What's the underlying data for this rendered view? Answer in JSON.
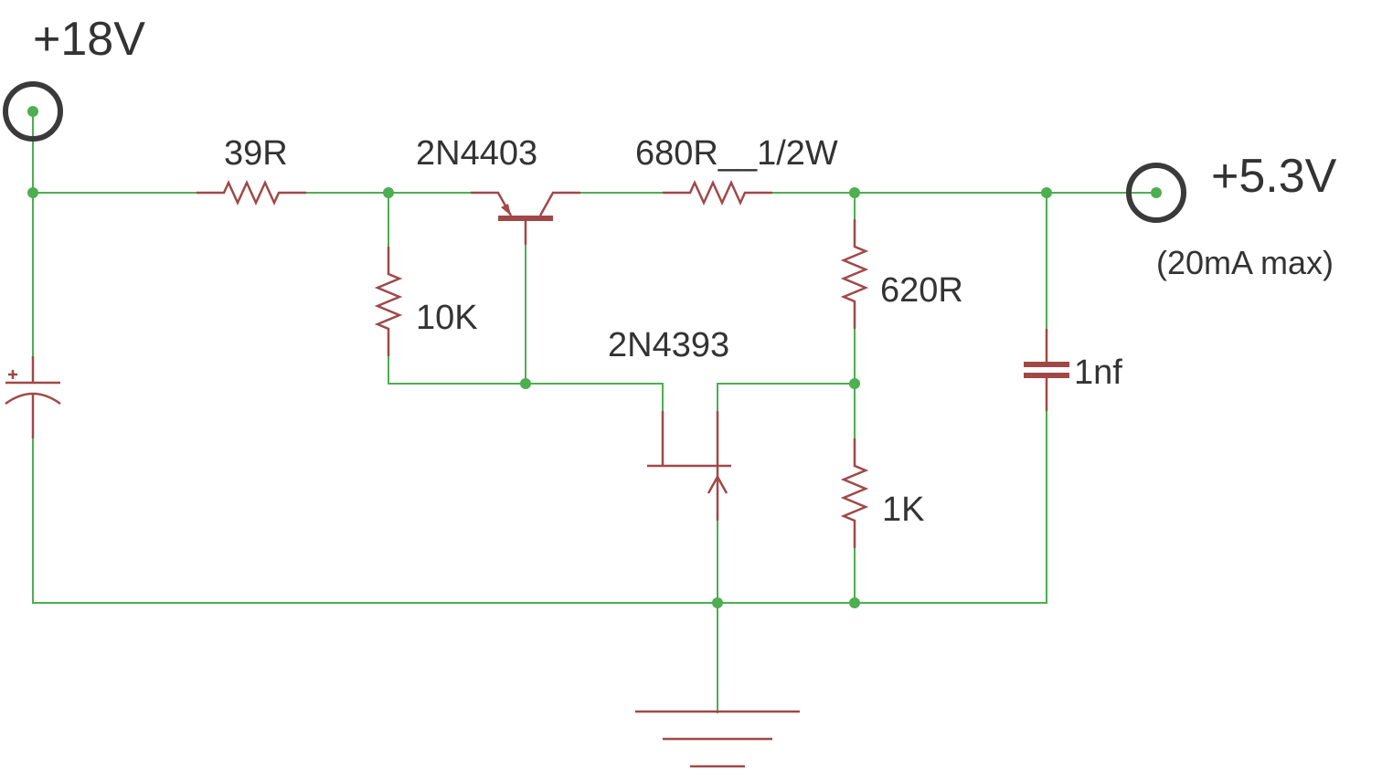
{
  "colors": {
    "wire": "#4caf50",
    "component": "#a04848",
    "terminal": "#3a3a3a",
    "text": "#333333",
    "background": "#ffffff"
  },
  "terminals": {
    "input": {
      "label": "+18V"
    },
    "output": {
      "label": "+5.3V",
      "note": "(20mA max)"
    }
  },
  "components": {
    "r_input": {
      "label": "39R"
    },
    "pnp": {
      "label": "2N4403"
    },
    "r_series": {
      "label": "680R__1/2W"
    },
    "r_bias": {
      "label": "10K"
    },
    "r_upper": {
      "label": "620R"
    },
    "r_lower": {
      "label": "1K"
    },
    "jfet": {
      "label": "2N4393"
    },
    "c_out": {
      "label": "1nf"
    },
    "c_in": {
      "label": ""
    }
  }
}
